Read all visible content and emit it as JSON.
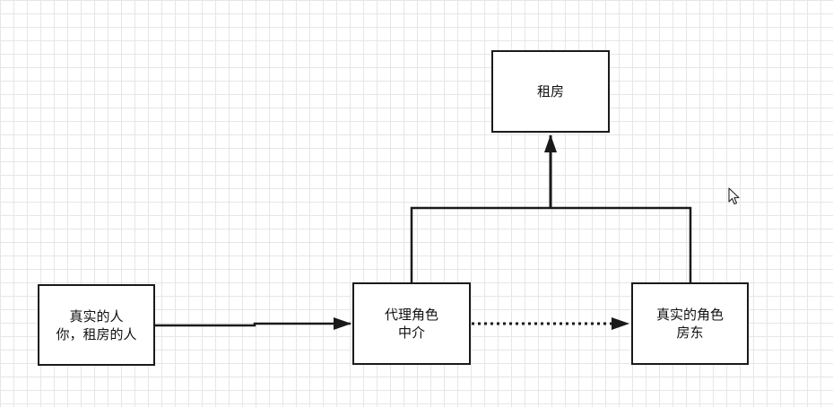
{
  "nodes": {
    "rent": {
      "label": "租房"
    },
    "real_person": {
      "line1": "真实的人",
      "line2": "你，租房的人"
    },
    "proxy": {
      "line1": "代理角色",
      "line2": "中介"
    },
    "landlord": {
      "line1": "真实的角色",
      "line2": "房东"
    }
  },
  "edges": [
    {
      "from": "real_person",
      "to": "proxy",
      "style": "solid"
    },
    {
      "from": "proxy",
      "to": "landlord",
      "style": "dotted"
    },
    {
      "from": "proxy",
      "to": "rent",
      "style": "solid"
    },
    {
      "from": "landlord",
      "to": "rent",
      "style": "solid"
    }
  ],
  "colors": {
    "stroke": "#1a1a1a",
    "grid": "#e6e6e6",
    "background": "#ffffff"
  },
  "icons": {
    "cursor": "mouse-pointer-icon"
  }
}
